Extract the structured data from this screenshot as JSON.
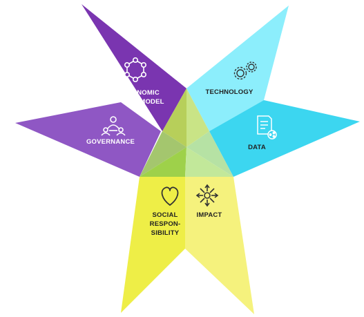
{
  "diagram": {
    "segments": {
      "economic_model": {
        "line1": "ECONOMIC",
        "line2": "MODEL",
        "icon": "network-hexagon-icon",
        "color": "#7a35b0"
      },
      "governance": {
        "label": "GOVERNANCE",
        "icon": "people-group-icon",
        "color": "#8f57c4"
      },
      "technology": {
        "label": "TECHNOLOGY",
        "icon": "gears-icon",
        "color": "#8ceefc"
      },
      "data": {
        "label": "DATA",
        "icon": "document-share-icon",
        "color": "#3cd6f0"
      },
      "social_responsibility": {
        "line1": "SOCIAL",
        "line2": "RESPON-",
        "line3": "SIBILITY",
        "icon": "heart-icon",
        "color": "#eeee47"
      },
      "impact": {
        "label": "IMPACT",
        "icon": "impact-arrows-icon",
        "color": "#f5f27d"
      }
    },
    "center_color": "#9ed14a"
  }
}
